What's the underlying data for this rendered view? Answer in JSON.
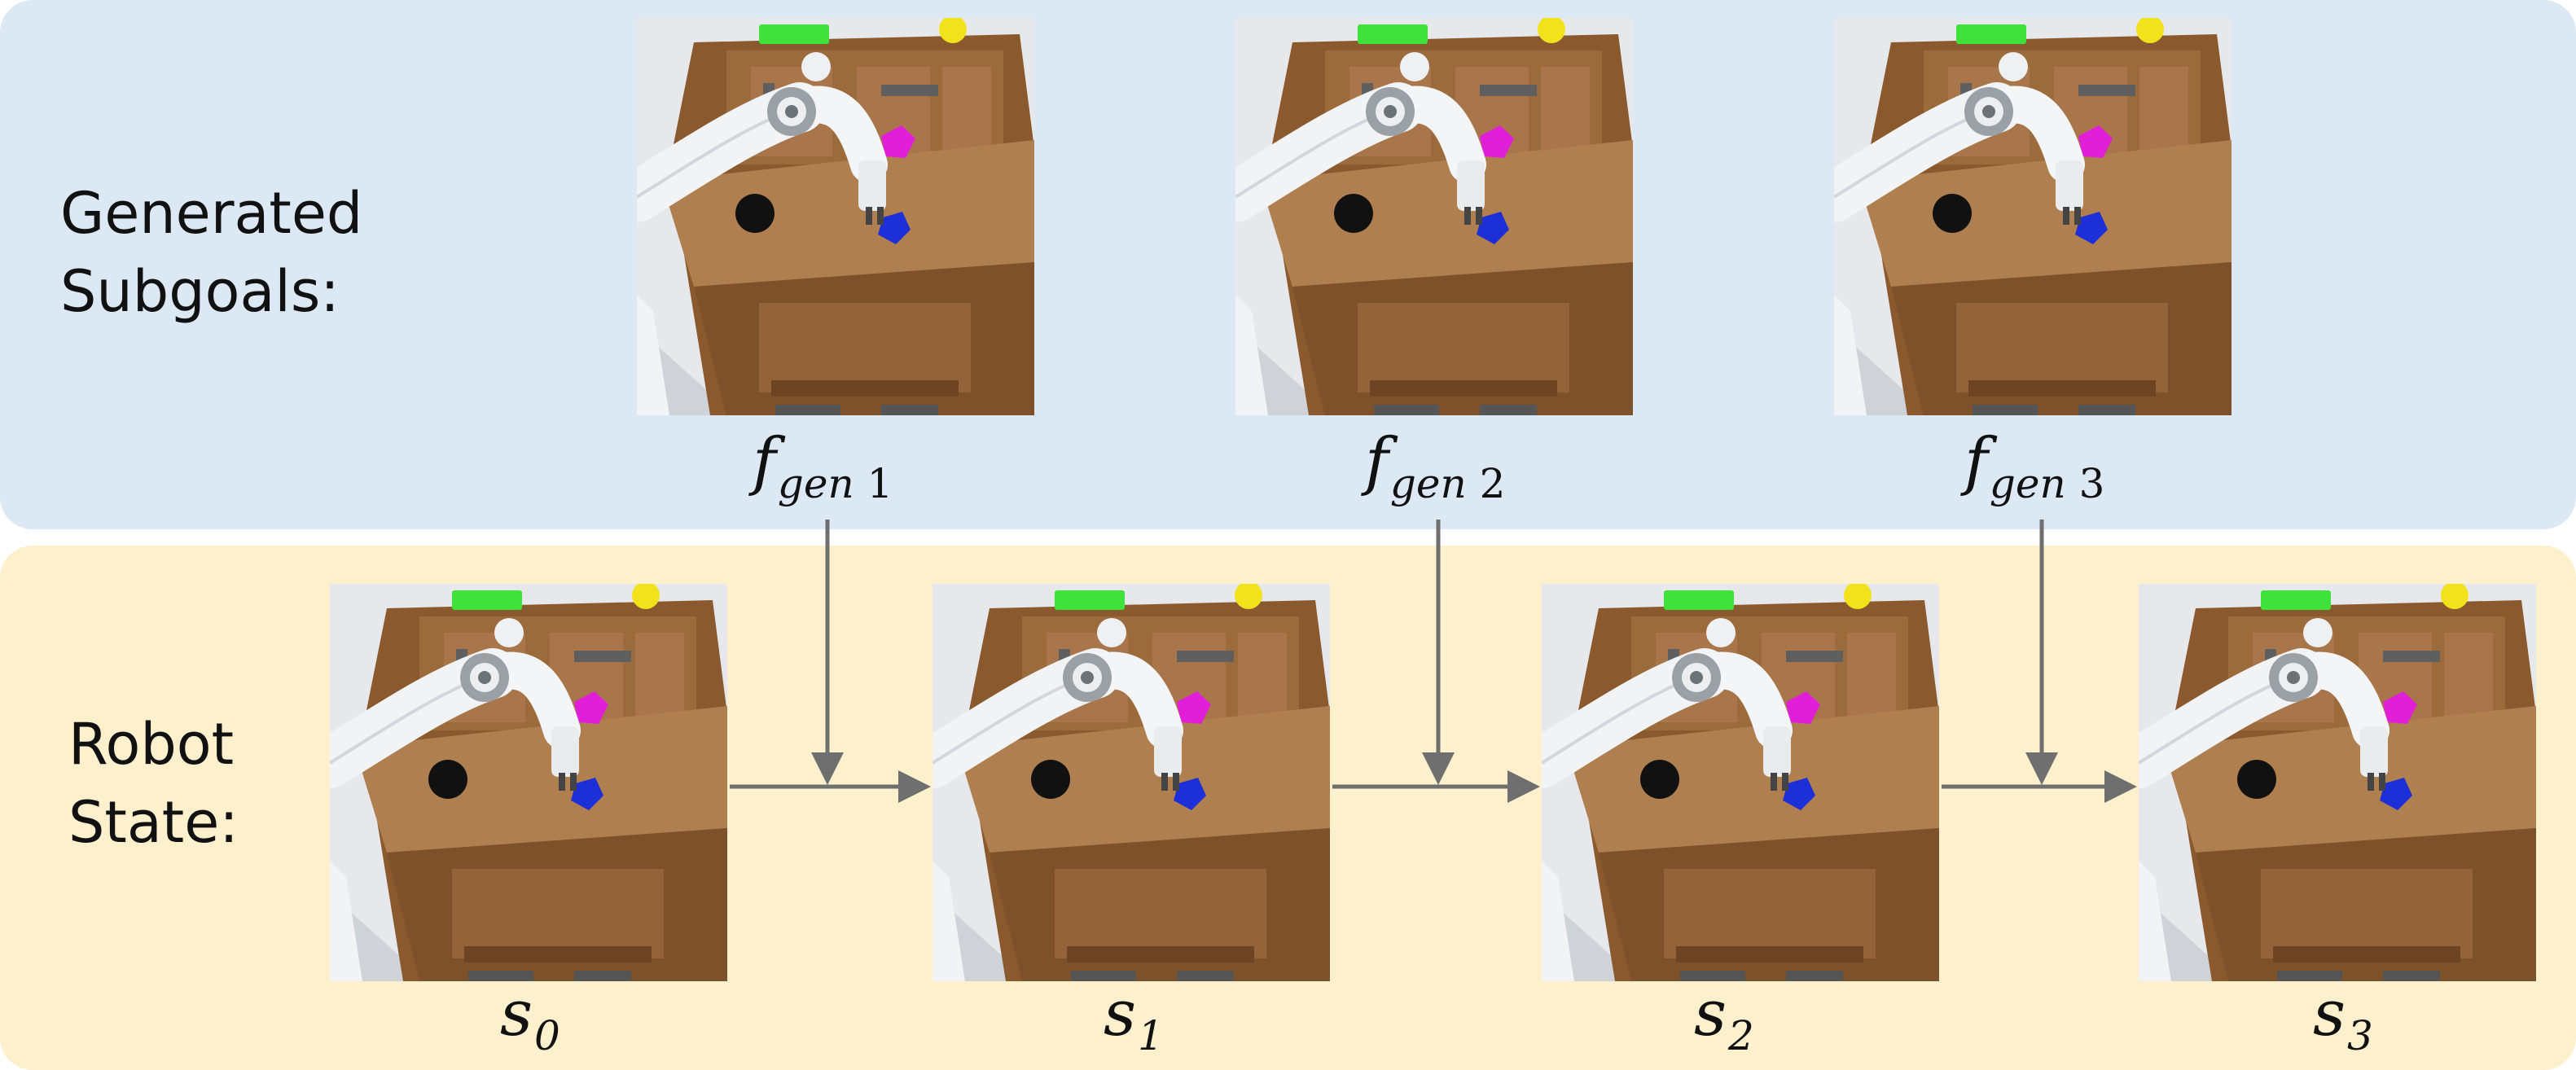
{
  "rows": {
    "top_label_line1": "Generated",
    "top_label_line2": "Subgoals:",
    "bottom_label_line1": "Robot",
    "bottom_label_line2": "State:"
  },
  "subgoals": [
    {
      "base": "f",
      "sub": "gen",
      "index": "1",
      "icon": "robot-arm-desk-scene-icon"
    },
    {
      "base": "f",
      "sub": "gen",
      "index": "2",
      "icon": "robot-arm-desk-scene-icon"
    },
    {
      "base": "f",
      "sub": "gen",
      "index": "3",
      "icon": "robot-arm-desk-scene-icon"
    }
  ],
  "states": [
    {
      "base": "s",
      "sub": "0",
      "icon": "robot-arm-desk-scene-icon"
    },
    {
      "base": "s",
      "sub": "1",
      "icon": "robot-arm-desk-scene-icon"
    },
    {
      "base": "s",
      "sub": "2",
      "icon": "robot-arm-desk-scene-icon"
    },
    {
      "base": "s",
      "sub": "3",
      "icon": "robot-arm-desk-scene-icon"
    }
  ],
  "colors": {
    "top_band": "#dde8f5",
    "bottom_band": "#fdf0cd",
    "arrow": "#6f6f6f",
    "desk": "#9c6b3c",
    "green_block": "#3ee23a",
    "yellow_ball": "#f2e21b",
    "magenta_block": "#e21fd8",
    "blue_cube": "#1d2fd6"
  }
}
